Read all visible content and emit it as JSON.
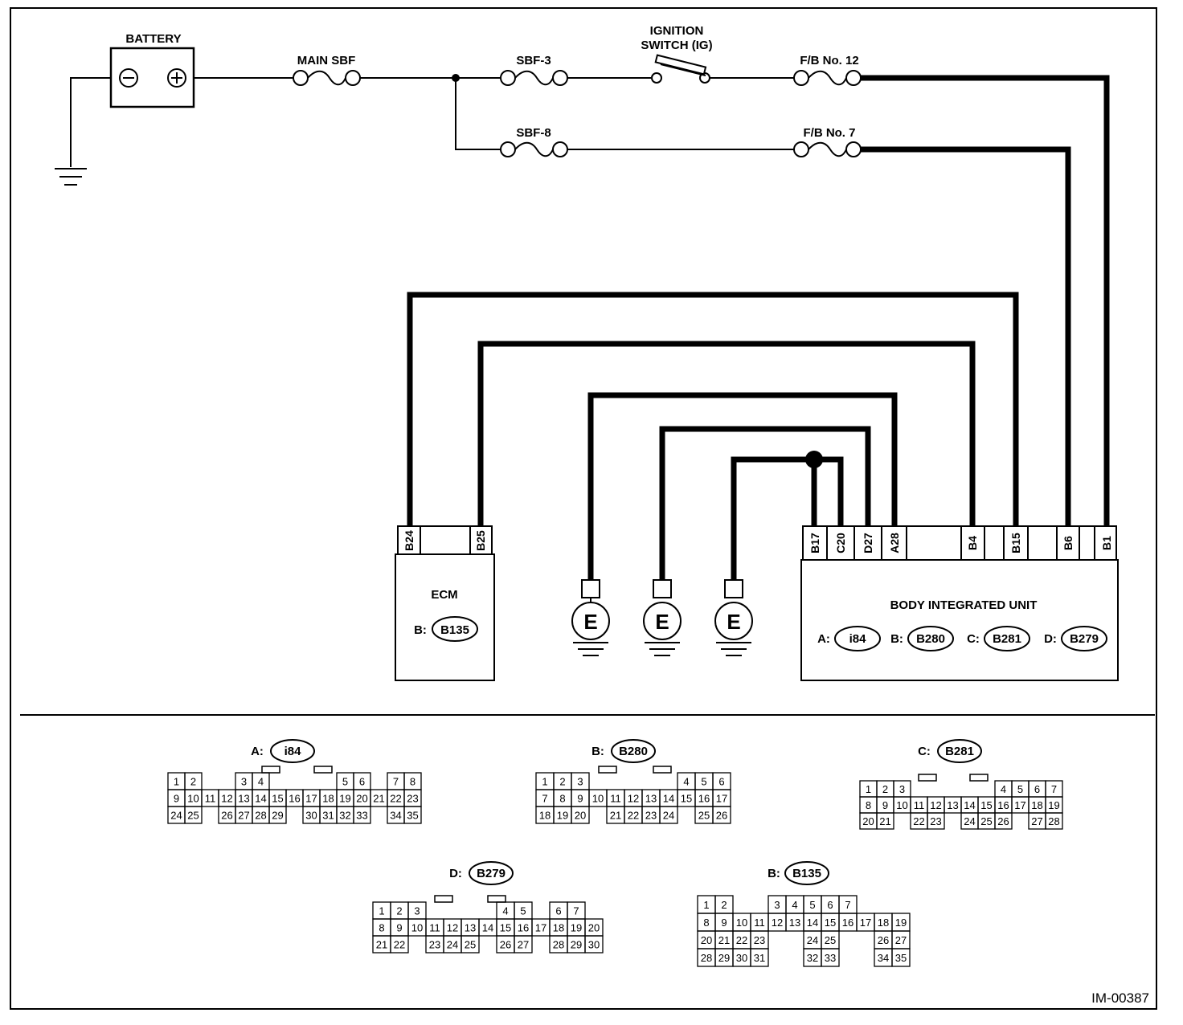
{
  "figure_id": "IM-00387",
  "power": {
    "battery": "BATTERY",
    "main_sbf": "MAIN SBF",
    "sbf3": "SBF-3",
    "sbf8": "SBF-8",
    "ignition_line1": "IGNITION",
    "ignition_line2": "SWITCH (IG)",
    "fb12": "F/B No. 12",
    "fb7": "F/B No. 7"
  },
  "ecm": {
    "title": "ECM",
    "connector_prefix": "B:",
    "connector": "B135",
    "pins": [
      "B24",
      "B25"
    ]
  },
  "biu": {
    "title": "BODY INTEGRATED UNIT",
    "pins": [
      "B17",
      "C20",
      "D27",
      "A28",
      "B4",
      "B15",
      "B6",
      "B1"
    ],
    "connectors": [
      {
        "prefix": "A:",
        "code": "i84"
      },
      {
        "prefix": "B:",
        "code": "B280"
      },
      {
        "prefix": "C:",
        "code": "B281"
      },
      {
        "prefix": "D:",
        "code": "B279"
      }
    ]
  },
  "ground_symbol": "E",
  "connector_views": [
    {
      "prefix": "A:",
      "code": "i84",
      "rows": [
        [
          "1",
          "2",
          "",
          "",
          "3",
          "4",
          "",
          "",
          "",
          "",
          "5",
          "6",
          "",
          "7",
          "8"
        ],
        [
          "9",
          "10",
          "11",
          "12",
          "13",
          "14",
          "15",
          "16",
          "17",
          "18",
          "19",
          "20",
          "21",
          "22",
          "23"
        ],
        [
          "24",
          "25",
          "",
          "26",
          "27",
          "28",
          "29",
          "",
          "30",
          "31",
          "32",
          "33",
          "",
          "34",
          "35"
        ]
      ]
    },
    {
      "prefix": "B:",
      "code": "B280",
      "rows": [
        [
          "1",
          "2",
          "3",
          "",
          "",
          "",
          "",
          "",
          "4",
          "5",
          "6"
        ],
        [
          "7",
          "8",
          "9",
          "10",
          "11",
          "12",
          "13",
          "14",
          "15",
          "16",
          "17"
        ],
        [
          "18",
          "19",
          "20",
          "",
          "21",
          "22",
          "23",
          "24",
          "",
          "25",
          "26"
        ]
      ]
    },
    {
      "prefix": "C:",
      "code": "B281",
      "rows": [
        [
          "1",
          "2",
          "3",
          "",
          "",
          "",
          "",
          "",
          "4",
          "5",
          "6",
          "7"
        ],
        [
          "8",
          "9",
          "10",
          "11",
          "12",
          "13",
          "14",
          "15",
          "16",
          "17",
          "18",
          "19"
        ],
        [
          "20",
          "21",
          "",
          "22",
          "23",
          "",
          "24",
          "25",
          "26",
          "",
          "27",
          "28"
        ]
      ]
    },
    {
      "prefix": "D:",
      "code": "B279",
      "rows": [
        [
          "1",
          "2",
          "3",
          "",
          "",
          "",
          "",
          "4",
          "5",
          "",
          "6",
          "7"
        ],
        [
          "8",
          "9",
          "10",
          "11",
          "12",
          "13",
          "14",
          "15",
          "16",
          "17",
          "18",
          "19",
          "20"
        ],
        [
          "21",
          "22",
          "",
          "23",
          "24",
          "25",
          "",
          "26",
          "27",
          "",
          "28",
          "29",
          "30"
        ]
      ]
    },
    {
      "prefix": "B:",
      "code": "B135",
      "rows": [
        [
          "1",
          "2",
          "",
          "",
          "3",
          "4",
          "5",
          "6",
          "7"
        ],
        [
          "8",
          "9",
          "10",
          "11",
          "12",
          "13",
          "14",
          "15",
          "16",
          "17",
          "18",
          "19"
        ],
        [
          "20",
          "21",
          "22",
          "23",
          "",
          "",
          "24",
          "25",
          "",
          "",
          "26",
          "27"
        ],
        [
          "28",
          "29",
          "30",
          "31",
          "",
          "",
          "32",
          "33",
          "",
          "",
          "34",
          "35"
        ]
      ]
    }
  ]
}
